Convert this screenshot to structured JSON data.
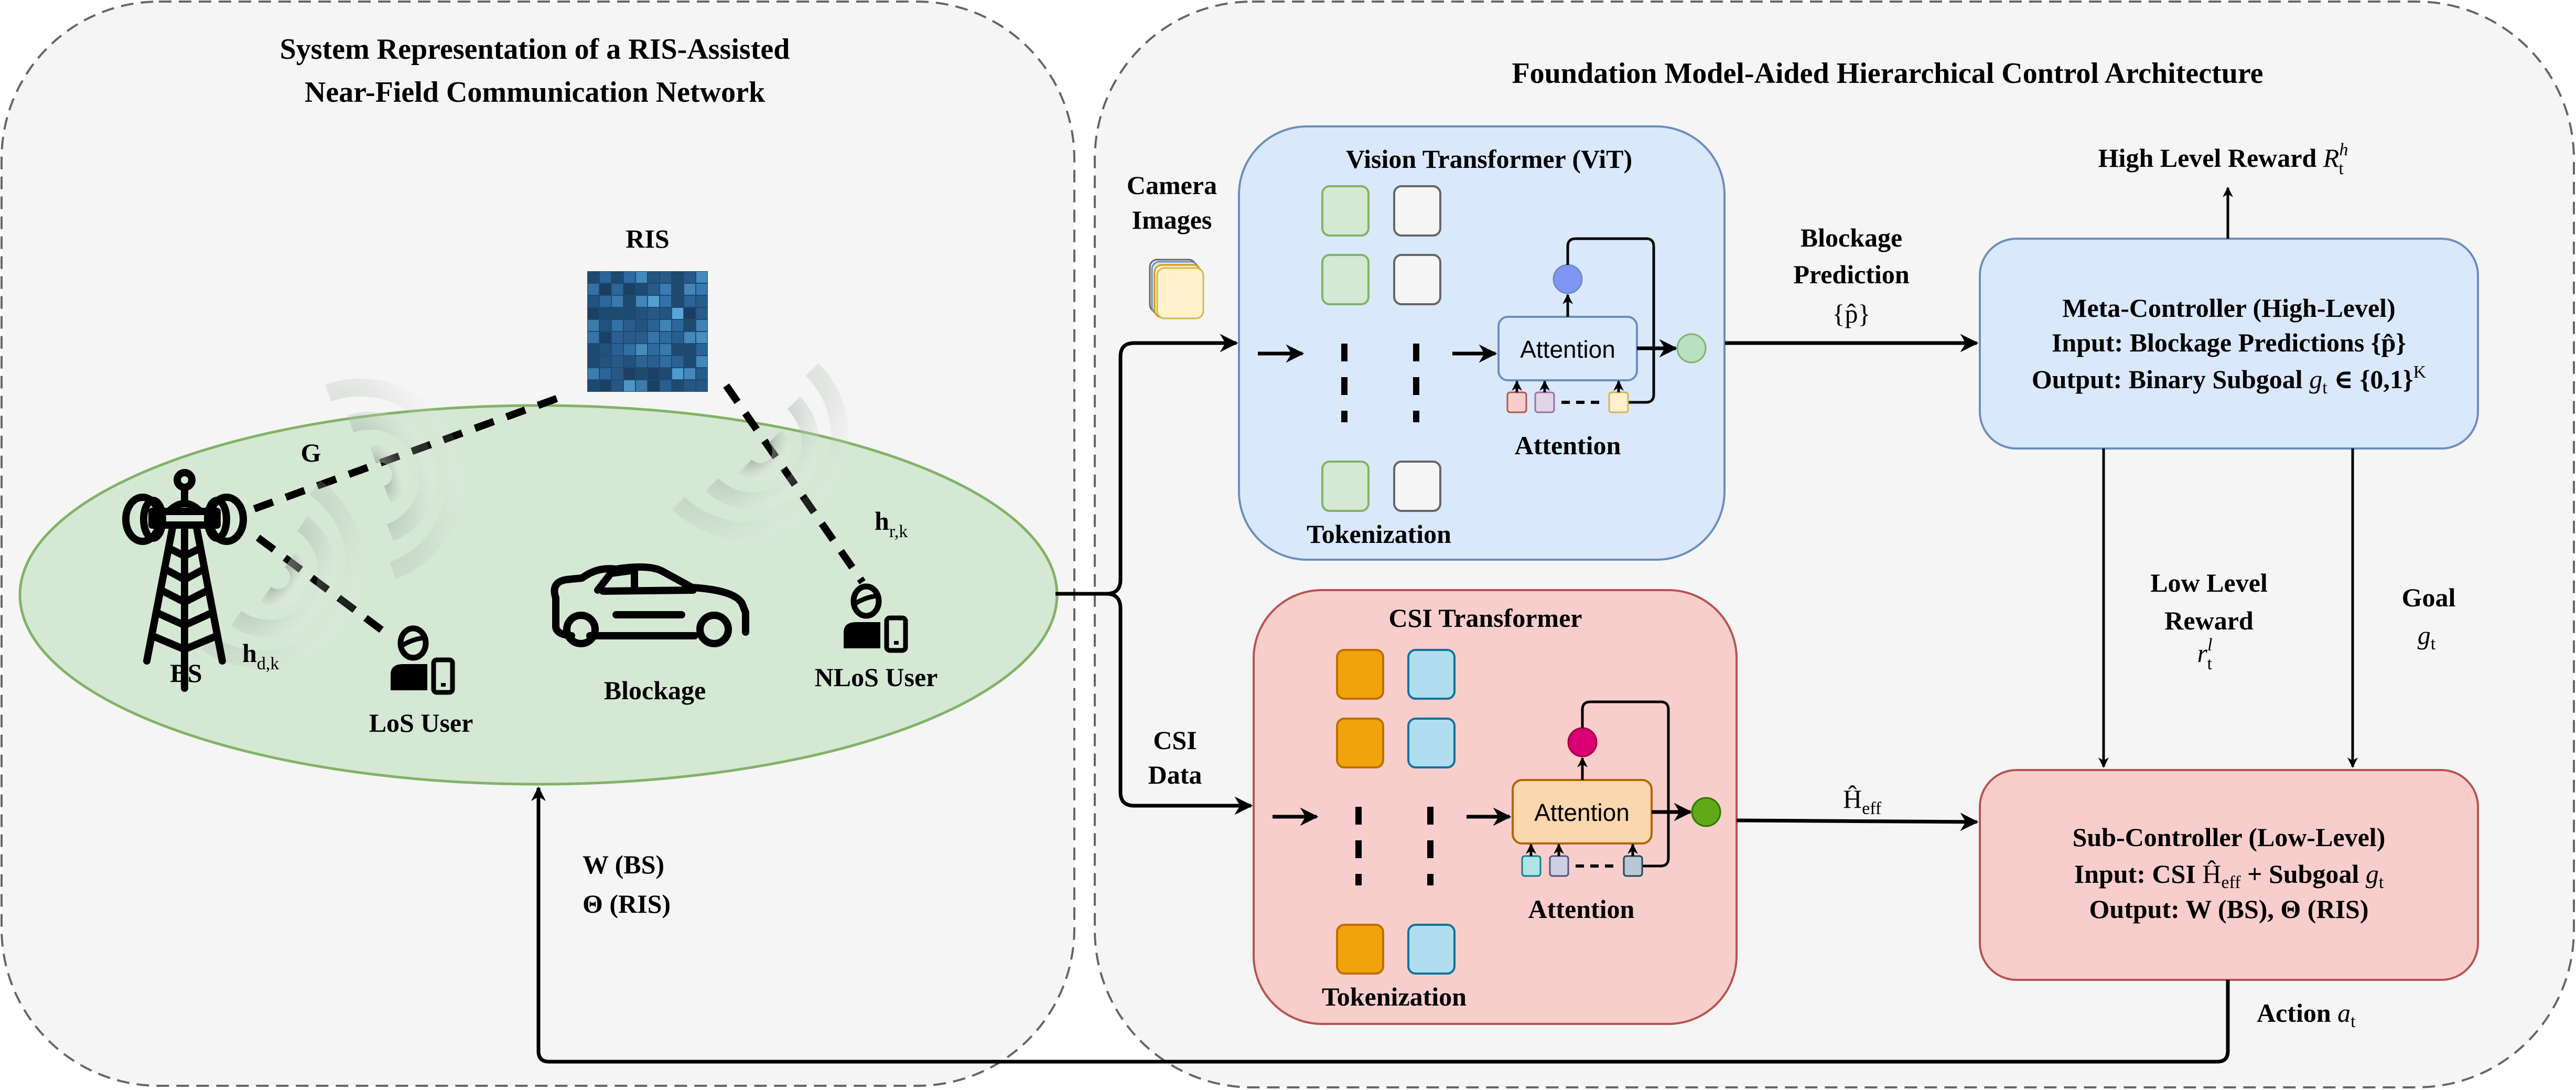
{
  "left_panel": {
    "title_line1": "System Representation of a RIS-Assisted",
    "title_line2": "Near-Field Communication Network",
    "ris_label": "RIS",
    "bs_label": "BS",
    "los_user_label": "LoS User",
    "blockage_label": "Blockage",
    "nlos_user_label": "NLoS User",
    "channel_g": "G",
    "channel_hd": {
      "base": "h",
      "sub": "d,k"
    },
    "channel_hr": {
      "base": "h",
      "sub": "r,k"
    },
    "feedback_line1": "W (BS)",
    "feedback_line2": "Θ (RIS)",
    "icons": [
      "base-station-tower-icon",
      "ris-panel-icon",
      "los-user-phone-icon",
      "car-blockage-icon",
      "nlos-user-phone-icon",
      "signal-wave-icon"
    ]
  },
  "right_panel": {
    "title": "Foundation Model-Aided Hierarchical Control Architecture",
    "camera_label_line1": "Camera",
    "camera_label_line2": "Images",
    "csi_label_line1": "CSI",
    "csi_label_line2": "Data",
    "vit": {
      "title": "Vision Transformer (ViT)",
      "attention_block": "Attention",
      "attention_label": "Attention",
      "tokenization_label": "Tokenization"
    },
    "csi_transformer": {
      "title": "CSI Transformer",
      "attention_block": "Attention",
      "attention_label": "Attention",
      "tokenization_label": "Tokenization"
    },
    "blockage_prediction": {
      "line1": "Blockage",
      "line2": "Prediction",
      "symbol": "{p̂}"
    },
    "h_eff_label": {
      "base": "Ĥ",
      "sub": "eff"
    },
    "meta_controller": {
      "line1": "Meta-Controller (High-Level)",
      "line2": "Input: Blockage Predictions {p̂}",
      "line3_prefix": "Output: Binary Subgoal ",
      "line3_var": "g",
      "line3_sub": "t",
      "line3_suffix": " ∈ {0,1}",
      "line3_sup": "K"
    },
    "high_level_reward": {
      "text": "High Level Reward ",
      "var": "R",
      "sub": "t",
      "sup": "h"
    },
    "low_level_reward": {
      "line1": "Low Level",
      "line2": "Reward",
      "var": "r",
      "sub": "t",
      "sup": "l"
    },
    "goal": {
      "line1": "Goal",
      "var": "g",
      "sub": "t"
    },
    "sub_controller": {
      "line1": "Sub-Controller (Low-Level)",
      "line2_prefix": "Input: CSI ",
      "line2_var": "Ĥ",
      "line2_sub": "eff",
      "line2_mid": " + Subgoal ",
      "line2_var2": "g",
      "line2_sub2": "t",
      "line3": "Output: W (BS), Θ (RIS)"
    },
    "action": {
      "text": "Action ",
      "var": "a",
      "sub": "t"
    }
  },
  "colors": {
    "panel_bg": "#f5f5f5",
    "panel_border": "#666666",
    "ellipse_fill": "#d5e8d4",
    "ellipse_stroke": "#82b366",
    "vit_fill": "#dae8fc",
    "vit_stroke": "#6c8ebf",
    "csi_fill": "#f8cecc",
    "csi_stroke": "#b85450",
    "vit_token_green": "#d5e8d4",
    "vit_token_white": "#f5f5f5",
    "csi_token_orange": "#f0a30a",
    "csi_token_blue": "#b1ddf0",
    "vit_attn_circle": "#7f96f5",
    "vit_out_circle": "#b9e0c0",
    "csi_attn_circle": "#d80073",
    "csi_out_circle": "#60a917",
    "csi_attn_box": "#fad7ac",
    "ris_tile": "#2e6a9e"
  }
}
